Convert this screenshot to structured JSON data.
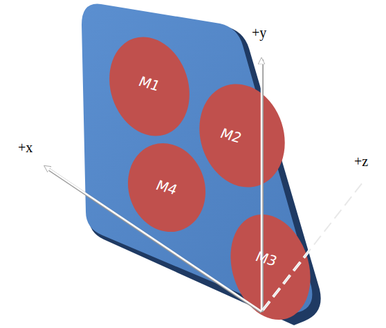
{
  "diagram": {
    "nodes": [
      {
        "text": [
          "M1"
        ]
      },
      {
        "text": [
          "M2"
        ]
      },
      {
        "text": [
          "M4"
        ]
      },
      {
        "text": [
          "M3"
        ]
      }
    ],
    "labels": [
      "+y",
      "+x",
      "+z"
    ]
  }
}
